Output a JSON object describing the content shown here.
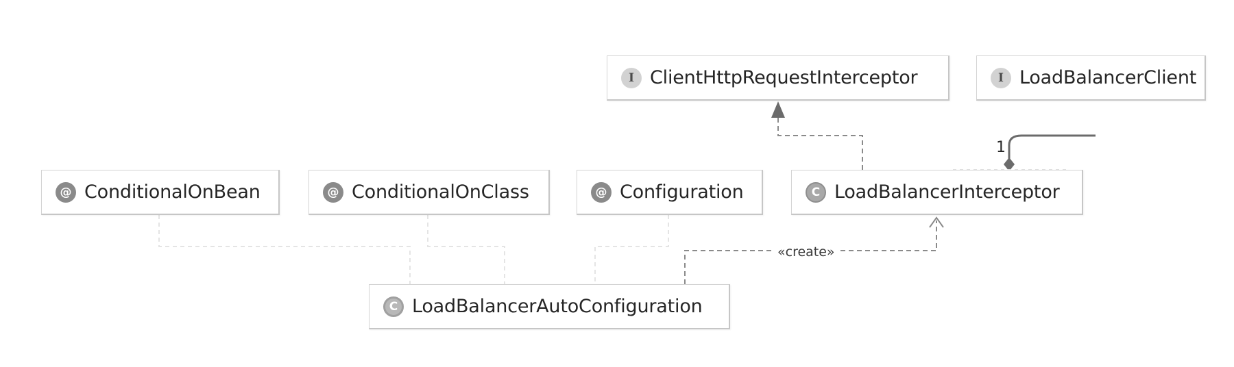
{
  "nodes": {
    "client_http_request_interceptor": {
      "label": "ClientHttpRequestInterceptor",
      "kind": "interface",
      "icon": "interface-icon",
      "glyph": "I"
    },
    "load_balancer_client": {
      "label": "LoadBalancerClient",
      "kind": "interface",
      "icon": "interface-icon",
      "glyph": "I"
    },
    "conditional_on_bean": {
      "label": "ConditionalOnBean",
      "kind": "annotation",
      "icon": "annotation-icon",
      "glyph": "@"
    },
    "conditional_on_class": {
      "label": "ConditionalOnClass",
      "kind": "annotation",
      "icon": "annotation-icon",
      "glyph": "@"
    },
    "configuration": {
      "label": "Configuration",
      "kind": "annotation",
      "icon": "annotation-icon",
      "glyph": "@"
    },
    "load_balancer_interceptor": {
      "label": "LoadBalancerInterceptor",
      "kind": "class",
      "icon": "class-icon",
      "glyph": "C"
    },
    "load_balancer_auto_configuration": {
      "label": "LoadBalancerAutoConfiguration",
      "kind": "configuration-class",
      "icon": "configuration-class-icon",
      "glyph": "C"
    }
  },
  "edges": {
    "creates_label": "«create»",
    "multiplicity": "1"
  },
  "colors": {
    "line": "#8a8a8a",
    "faint_line": "#e6e6e6",
    "arrow_fill": "#6b6b6b",
    "node_border": "#d4d4d4",
    "text": "#262626"
  }
}
